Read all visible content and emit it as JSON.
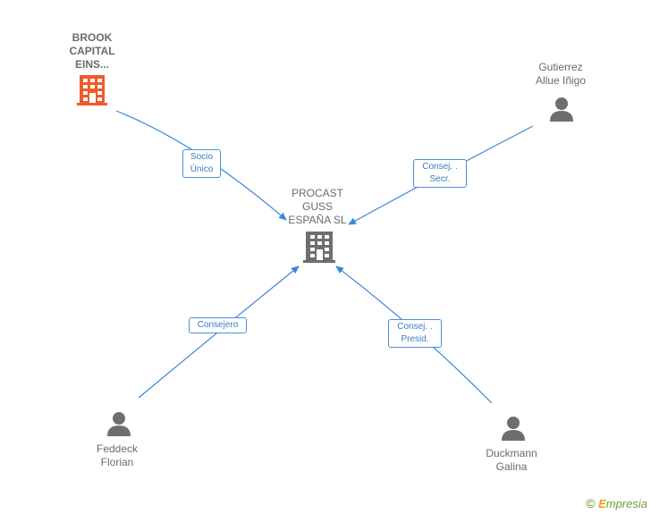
{
  "colors": {
    "edge": "#3f86d8",
    "company_main": "#6e6e6e",
    "company_other": "#ef5b2b",
    "person": "#6e6e6e"
  },
  "nodes": {
    "center": {
      "label": "PROCAST\nGUSS\nESPAÑA  SL",
      "icon": "building-icon"
    },
    "brook": {
      "label": "BROOK\nCAPITAL\nEINS...",
      "icon": "building-icon"
    },
    "gutierrez": {
      "label": "Gutierrez\nAllue Iñigo",
      "icon": "person-icon"
    },
    "feddeck": {
      "label": "Feddeck\nFlorian",
      "icon": "person-icon"
    },
    "duckmann": {
      "label": "Duckmann\nGalina",
      "icon": "person-icon"
    }
  },
  "edges": [
    {
      "from": "brook",
      "to": "center",
      "label": "Socio\nÚnico"
    },
    {
      "from": "gutierrez",
      "to": "center",
      "label": "Consej. .\nSecr."
    },
    {
      "from": "feddeck",
      "to": "center",
      "label": "Consejero"
    },
    {
      "from": "duckmann",
      "to": "center",
      "label": "Consej. .\nPresid."
    }
  ],
  "brand": {
    "copyright": "©",
    "name": "mpresia",
    "initial": "E"
  }
}
